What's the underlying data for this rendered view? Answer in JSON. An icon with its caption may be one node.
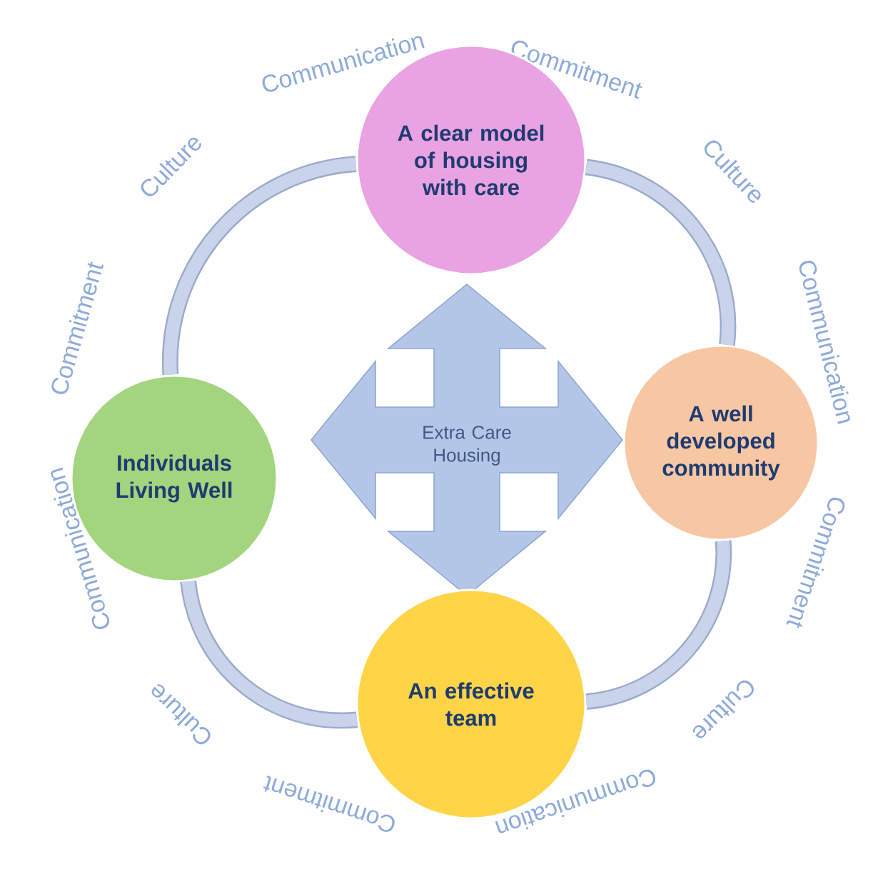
{
  "diagram": {
    "nodes": [
      {
        "text": [
          "A clear model of housing with care"
        ]
      },
      {
        "text": [
          "Individuals Living Well"
        ]
      },
      {
        "text": [
          "Extra Care Housing"
        ]
      },
      {
        "text": [
          "A well developed community"
        ]
      },
      {
        "text": [
          "An effective team"
        ]
      }
    ],
    "edges": [
      {
        "from": 0,
        "to": 3,
        "arrow": "none"
      },
      {
        "from": 3,
        "to": 4,
        "arrow": "none"
      },
      {
        "from": 4,
        "to": 1,
        "arrow": "none"
      },
      {
        "from": 1,
        "to": 0,
        "arrow": "none"
      }
    ],
    "labels": [
      "Communication",
      "Commitment",
      "Culture",
      "Communication",
      "Commitment",
      "Culture",
      "Communication",
      "Commitment",
      "Culture",
      "Communication",
      "Commitment",
      "Culture"
    ]
  }
}
